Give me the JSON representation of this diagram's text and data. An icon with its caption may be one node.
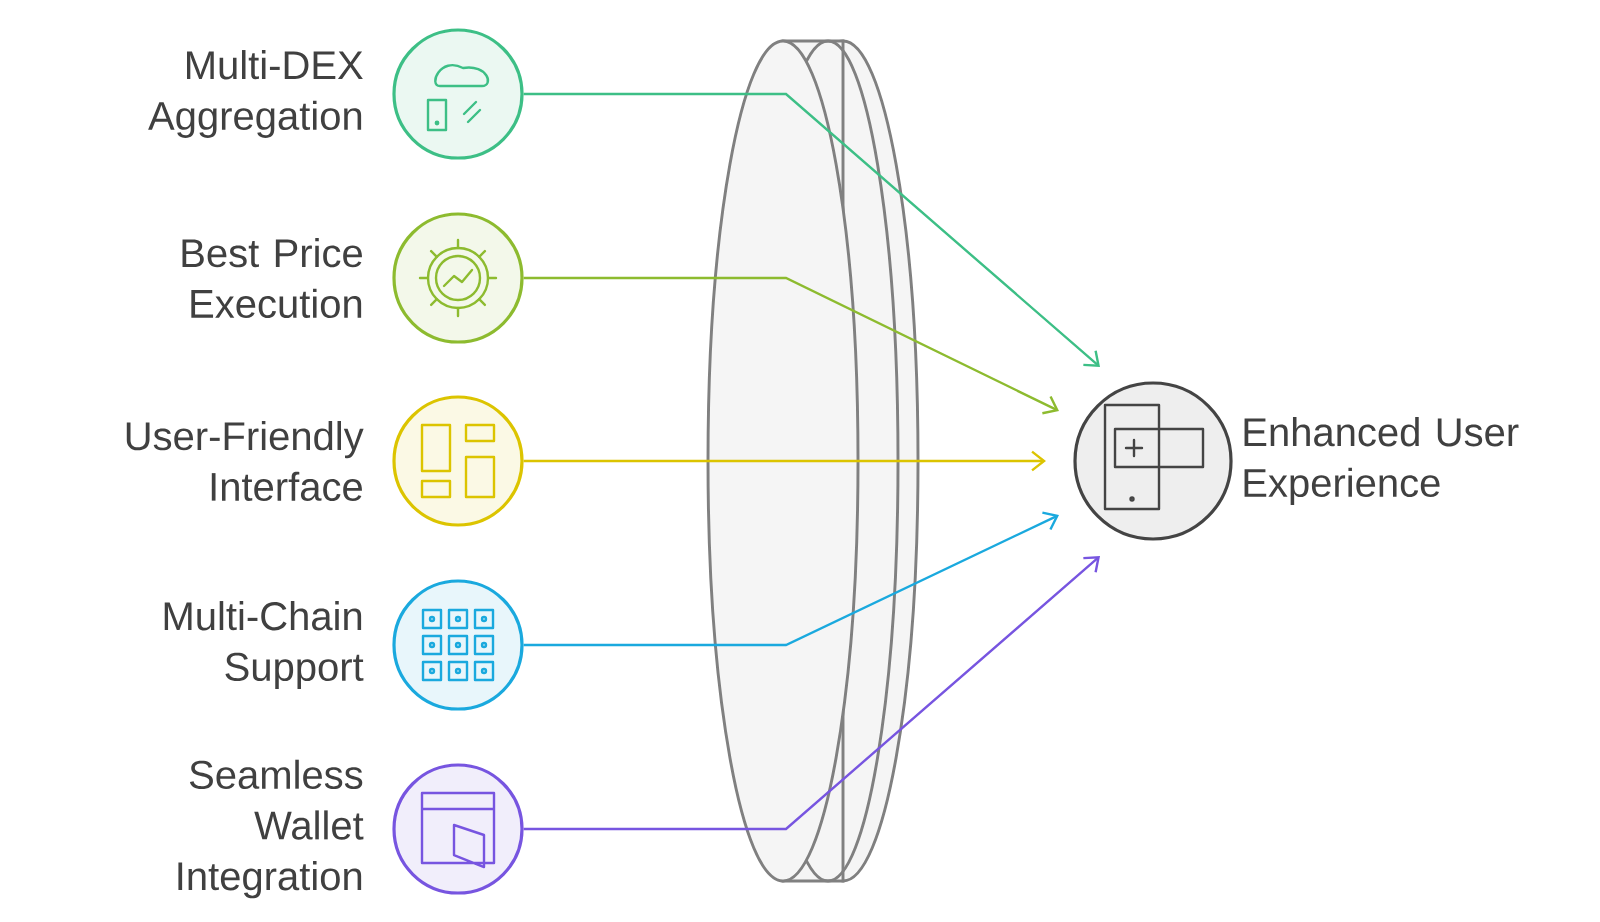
{
  "diagram": {
    "nodes": [
      {
        "text": [
          "Multi-DEX Aggregation"
        ]
      },
      {
        "text": [
          "Best Price Execution"
        ]
      },
      {
        "text": [
          "User-Friendly Interface"
        ]
      },
      {
        "text": [
          "Multi-Chain Support"
        ]
      },
      {
        "text": [
          "Seamless Wallet Integration"
        ]
      },
      {
        "text": [
          "Enhanced User Experience"
        ]
      }
    ],
    "edges": [
      {
        "from": 0,
        "to": 5,
        "arrow": "to",
        "color": "#3dbf86"
      },
      {
        "from": 1,
        "to": 5,
        "arrow": "to",
        "color": "#8dbb2f"
      },
      {
        "from": 2,
        "to": 5,
        "arrow": "to",
        "color": "#dcc400"
      },
      {
        "from": 3,
        "to": 5,
        "arrow": "to",
        "color": "#1aa9de"
      },
      {
        "from": 4,
        "to": 5,
        "arrow": "to",
        "color": "#7755e0"
      }
    ]
  }
}
